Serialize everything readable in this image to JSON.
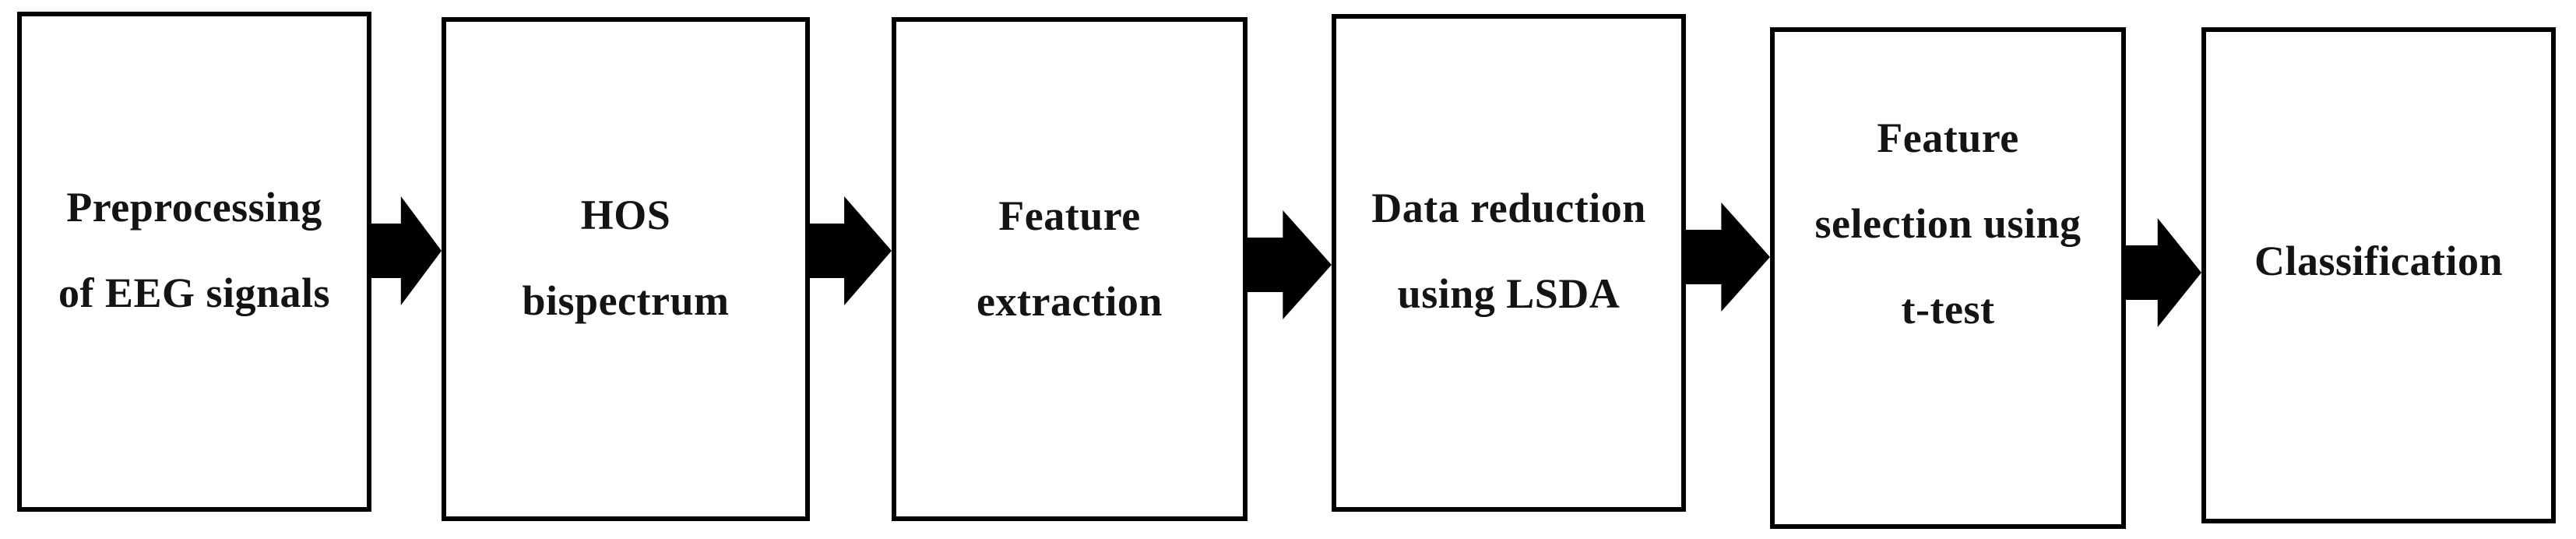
{
  "figure": {
    "type": "flowchart",
    "background_color": "#ffffff",
    "box_border_color": "#000000",
    "box_fill_color": "#ffffff",
    "text_color": "#141414",
    "arrow_color": "#000000",
    "direction": "left-to-right",
    "steps": [
      {
        "name": "preprocessing",
        "lines": [
          "Preprocessing",
          "of EEG signals"
        ]
      },
      {
        "name": "hos-bispectrum",
        "lines": [
          "HOS",
          "bispectrum"
        ]
      },
      {
        "name": "feature-extraction",
        "lines": [
          "Feature",
          "extraction"
        ]
      },
      {
        "name": "data-reduction-lsda",
        "lines": [
          "Data reduction",
          "using LSDA"
        ]
      },
      {
        "name": "feature-selection-t-test",
        "lines": [
          "Feature",
          "selection using",
          "t-test"
        ]
      },
      {
        "name": "classification",
        "lines": [
          "Classification"
        ]
      }
    ]
  }
}
